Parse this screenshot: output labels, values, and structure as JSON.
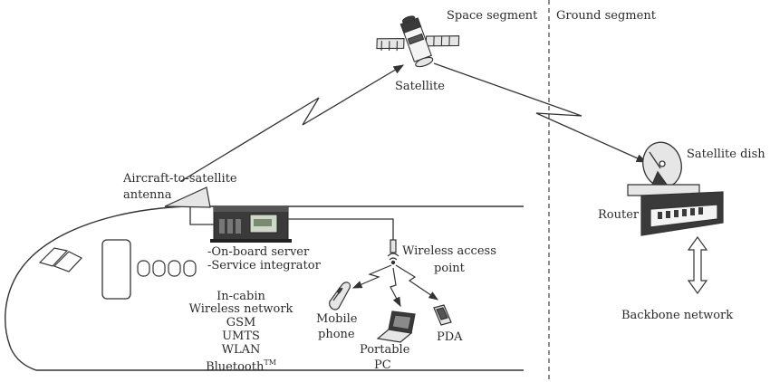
{
  "segments": {
    "space": "Space segment",
    "ground": "Ground segment"
  },
  "labels": {
    "satellite": "Satellite",
    "antenna_line1": "Aircraft-to-satellite",
    "antenna_line2": "antenna",
    "satellite_dish": "Satellite dish",
    "router": "Router",
    "backbone": "Backbone network",
    "onboard_server": "-On-board server",
    "service_integrator": "-Service integrator",
    "wap_line1": "Wireless access",
    "wap_line2": "point",
    "mobile_line1": "Mobile",
    "mobile_line2": "phone",
    "portable_line1": "Portable",
    "portable_line2": "PC",
    "pda": "PDA"
  },
  "in_cabin": {
    "title": "In-cabin",
    "items": [
      "Wireless network",
      "GSM",
      "UMTS",
      "WLAN",
      "Bluetooth"
    ],
    "trademark": "TM"
  },
  "colors": {
    "line": "#333333",
    "fill_light": "#e6e6e6",
    "fill_dark": "#3a3a3a"
  }
}
